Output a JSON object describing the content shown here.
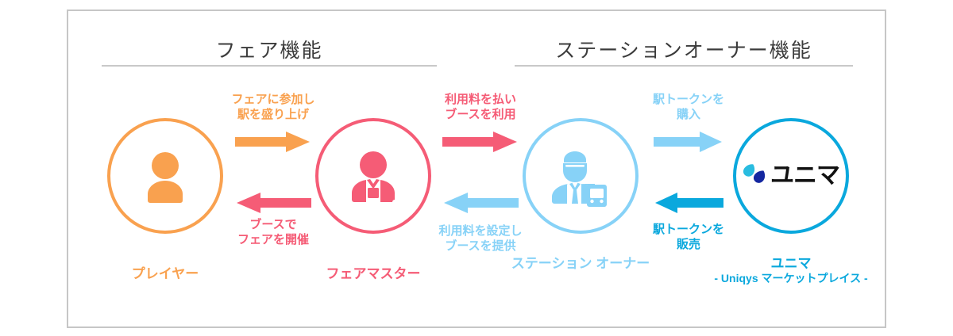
{
  "diagram": {
    "sections": [
      {
        "id": "fair",
        "title": "フェア機能"
      },
      {
        "id": "station-owner",
        "title": "ステーションオーナー機能"
      }
    ],
    "nodes": [
      {
        "id": "player",
        "caption": "プレイヤー",
        "sub": "",
        "color": "#f9a14f",
        "icon": "person-icon"
      },
      {
        "id": "fair-master",
        "caption": "フェアマスター",
        "sub": "",
        "color": "#f55c76",
        "icon": "person-with-badge-icon"
      },
      {
        "id": "station-owner",
        "caption": "ステーション",
        "sub": "オーナー",
        "color": "#87d2f7",
        "icon": "station-master-train-icon"
      },
      {
        "id": "unima",
        "caption": "ユニマ",
        "sub": "- Uniqys マーケットプレイス -",
        "color": "#0aa8dd",
        "icon": "unima-logo"
      }
    ],
    "flows": [
      {
        "id": "player-to-fairmaster",
        "direction": "right",
        "color": "#f9a14f",
        "lines": [
          "フェアに参加し",
          "駅を盛り上げ"
        ]
      },
      {
        "id": "fairmaster-to-player",
        "direction": "left",
        "color": "#f55c76",
        "lines": [
          "ブースで",
          "フェアを開催"
        ]
      },
      {
        "id": "fairmaster-to-owner",
        "direction": "right",
        "color": "#f55c76",
        "lines": [
          "利用料を払い",
          "ブースを利用"
        ]
      },
      {
        "id": "owner-to-fairmaster",
        "direction": "left",
        "color": "#87d2f7",
        "lines": [
          "利用料を設定し",
          "ブースを提供"
        ]
      },
      {
        "id": "owner-to-unima",
        "direction": "right",
        "color": "#87d2f7",
        "lines": [
          "駅トークンを",
          "購入"
        ]
      },
      {
        "id": "unima-to-owner",
        "direction": "left",
        "color": "#0aa8dd",
        "lines": [
          "駅トークンを",
          "販売"
        ]
      }
    ],
    "unima_logo_text": "ユニマ"
  }
}
